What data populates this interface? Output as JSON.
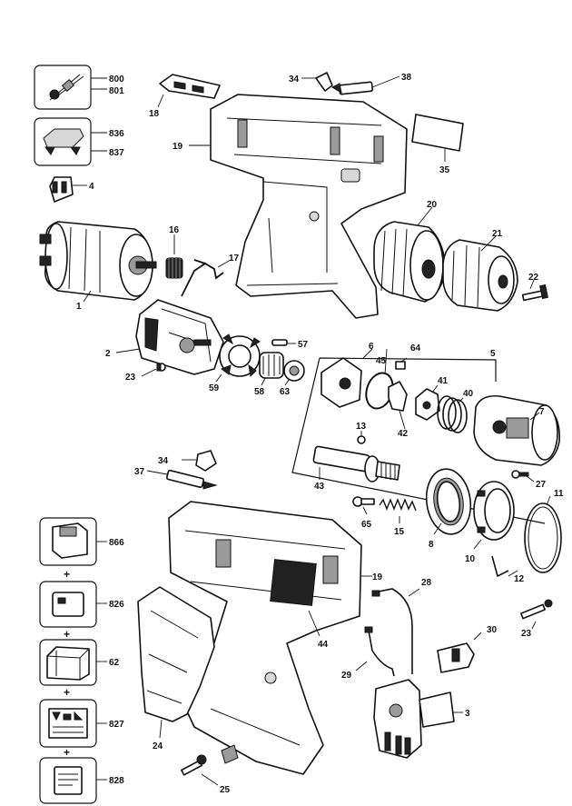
{
  "part_labels": {
    "p800": "800",
    "p801": "801",
    "p836": "836",
    "p837": "837",
    "p4": "4",
    "p1": "1",
    "p16": "16",
    "p17": "17",
    "p18": "18",
    "p19a": "19",
    "p34a": "34",
    "p38": "38",
    "p35": "35",
    "p20": "20",
    "p21": "21",
    "p22": "22",
    "p2": "2",
    "p23a": "23",
    "p57": "57",
    "p59": "59",
    "p58": "58",
    "p63": "63",
    "p6": "6",
    "p45": "45",
    "p64": "64",
    "p5": "5",
    "p41": "41",
    "p40": "40",
    "p7": "7",
    "p42": "42",
    "p13": "13",
    "p43": "43",
    "p27": "27",
    "p65": "65",
    "p15": "15",
    "p8": "8",
    "p10": "10",
    "p11": "11",
    "p12": "12",
    "p34b": "34",
    "p37": "37",
    "p866": "866",
    "p826": "826",
    "p62": "62",
    "p827": "827",
    "p828": "828",
    "p19b": "19",
    "p28": "28",
    "p44": "44",
    "p24": "24",
    "p23b": "23",
    "p30": "30",
    "p29": "29",
    "p3": "3",
    "p25": "25"
  },
  "plus_sign": "+"
}
